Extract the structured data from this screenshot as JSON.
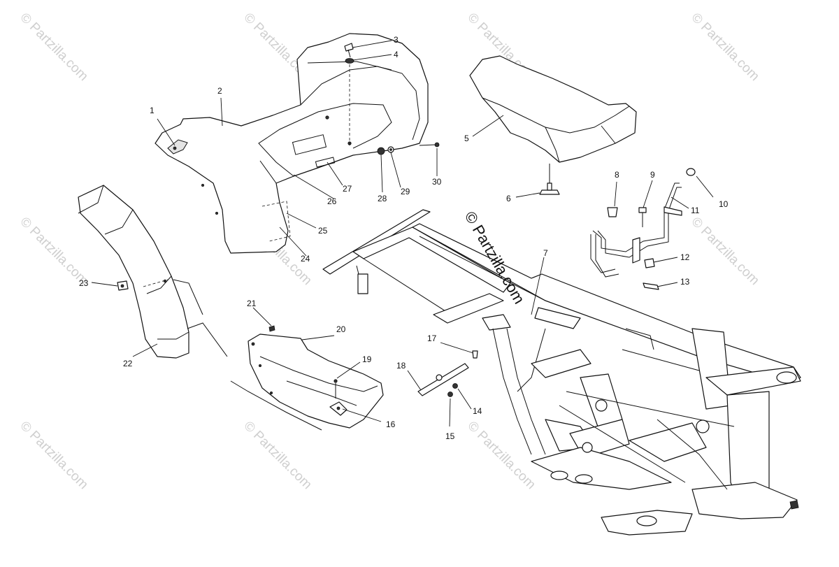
{
  "watermark": {
    "text": "© Partzilla.com"
  },
  "brand": {
    "text": "© Partzilla.com"
  },
  "labels": [
    "1",
    "2",
    "3",
    "4",
    "5",
    "6",
    "7",
    "8",
    "9",
    "10",
    "11",
    "12",
    "13",
    "14",
    "15",
    "16",
    "17",
    "18",
    "19",
    "20",
    "21",
    "22",
    "23",
    "24",
    "25",
    "26",
    "27",
    "28",
    "29",
    "30"
  ]
}
